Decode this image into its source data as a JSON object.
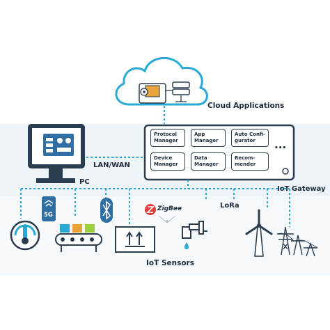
{
  "labels": {
    "cloud": "Cloud Applications",
    "lanwan": "LAN/WAN",
    "pc": "PC",
    "gateway": "IoT Gateway",
    "sensors": "IoT Sensors",
    "fiveg": "5G",
    "zigbee": "ZigBee",
    "lora": "LoRa"
  },
  "gateway_modules": [
    "Protocol\nManager",
    "App\nManager",
    "Auto Confi-\ngurator",
    "Device\nManager",
    "Data\nManager",
    "Recom-\nmender"
  ],
  "gateway_more": "•••",
  "colors": {
    "accent": "#29a9d6",
    "dark": "#2a3c50",
    "monitor_screen": "#2f6fa3"
  }
}
